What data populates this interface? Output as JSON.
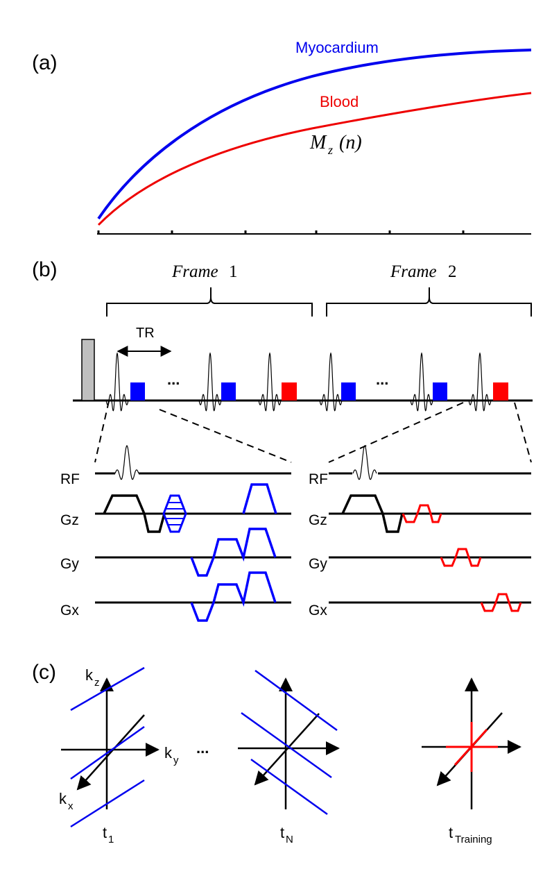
{
  "panels": {
    "a": "(a)",
    "b": "(b)",
    "c": "(c)"
  },
  "panel_a": {
    "curve_myocardium_label": "Myocardium",
    "curve_blood_label": "Blood",
    "mz_symbol": "M",
    "mz_subscript": "z",
    "mz_argument": "(n)",
    "myocardium_color": "#0000ee",
    "blood_color": "#ee0000"
  },
  "panel_b": {
    "frame1_word": "Frame",
    "frame1_number": "1",
    "frame2_word": "Frame",
    "frame2_number": "2",
    "tr_label": "TR",
    "ellipsis_1": "...",
    "ellipsis_2": "...",
    "left_rows": [
      "RF",
      "Gz",
      "Gy",
      "Gx"
    ],
    "right_rows": [
      "RF",
      "Gz",
      "Gy",
      "Gx"
    ],
    "colors": {
      "prep_pulse": "#bfbfbf",
      "readout_blue": "#0000ff",
      "readout_red": "#ff0000"
    }
  },
  "panel_c": {
    "kz_main": "k",
    "kz_sub": "z",
    "ky_main": "k",
    "ky_sub": "y",
    "kx_main": "k",
    "kx_sub": "x",
    "ellipsis": "...",
    "t1_main": "t",
    "t1_sub": "1",
    "tN_main": "t",
    "tN_sub": "N",
    "tTraining_main": "t",
    "tTraining_sub": "Training"
  }
}
